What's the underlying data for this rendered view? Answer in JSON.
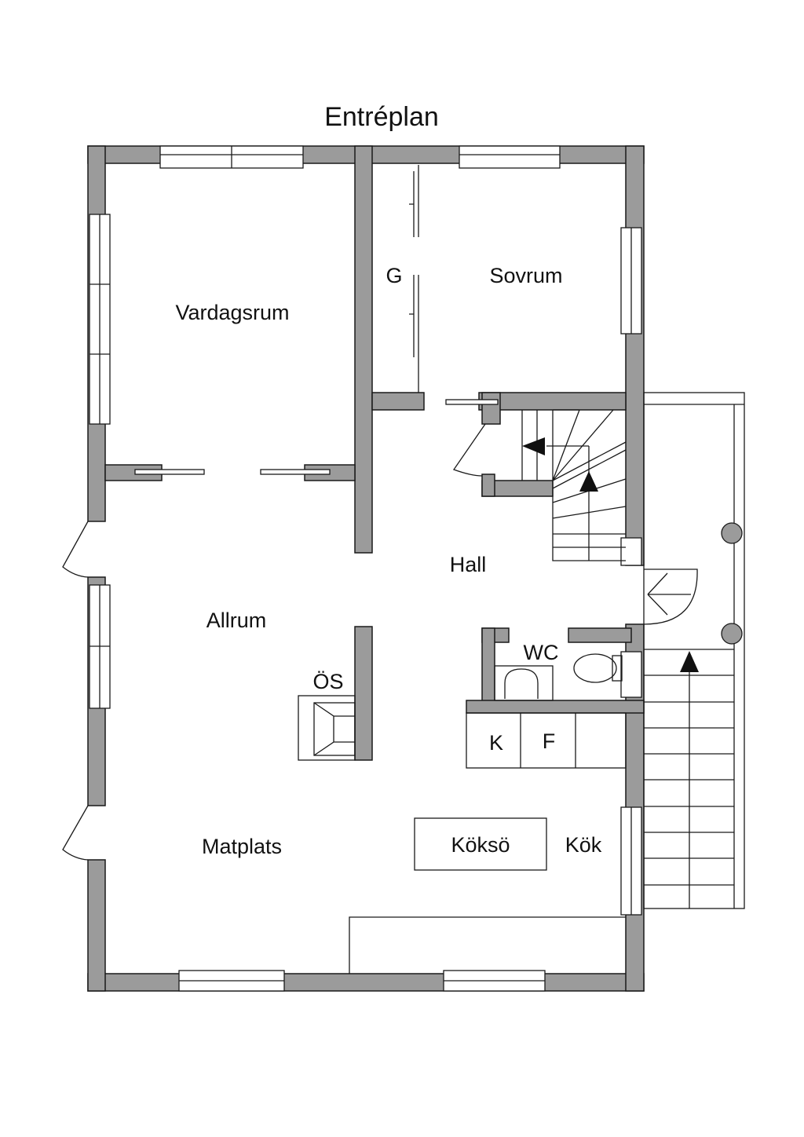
{
  "title": "Entréplan",
  "rooms": {
    "vardagsrum": "Vardagsrum",
    "g": "G",
    "sovrum": "Sovrum",
    "hall": "Hall",
    "allrum": "Allrum",
    "wc": "WC",
    "os": "ÖS",
    "k": "K",
    "f": "F",
    "koksö": "Köksö",
    "kok": "Kök",
    "matplats": "Matplats"
  },
  "colors": {
    "wall": "#9b9b9b",
    "line": "#1a1a1a"
  }
}
